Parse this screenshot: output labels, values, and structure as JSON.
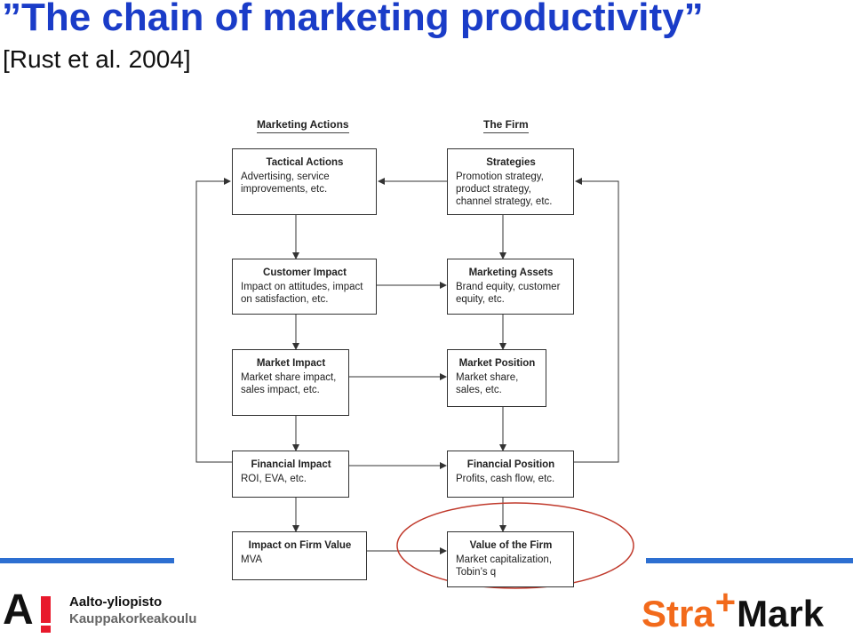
{
  "slide": {
    "title": "”The chain of marketing productivity”",
    "subtitle": "[Rust et al. 2004]"
  },
  "diagram": {
    "columns": {
      "left": "Marketing Actions",
      "right": "The Firm"
    },
    "boxes": {
      "tactical": {
        "title": "Tactical Actions",
        "body": "Advertising, service improvements, etc."
      },
      "strategies": {
        "title": "Strategies",
        "body": "Promotion strategy, product strategy, channel strategy, etc."
      },
      "customer": {
        "title": "Customer Impact",
        "body": "Impact on attitudes, impact on satisfaction, etc."
      },
      "assets": {
        "title": "Marketing Assets",
        "body": "Brand equity, customer equity, etc."
      },
      "market_impact": {
        "title": "Market Impact",
        "body": "Market share impact, sales impact, etc."
      },
      "market_position": {
        "title": "Market Position",
        "body": "Market share, sales, etc."
      },
      "fin_impact": {
        "title": "Financial Impact",
        "body": "ROI, EVA, etc."
      },
      "fin_position": {
        "title": "Financial Position",
        "body": "Profits, cash flow, etc."
      },
      "firm_value_impact": {
        "title": "Impact on Firm Value",
        "body": "MVA"
      },
      "firm_value": {
        "title": "Value of the Firm",
        "body": "Market capitalization, Tobin’s q"
      }
    },
    "highlight_color": "#c0392b"
  },
  "logos": {
    "aalto_mark": "A",
    "aalto_line1": "Aalto-yliopisto",
    "aalto_line2": "Kauppakorkeakoulu",
    "stramark_a": "Stra",
    "stramark_plus": "+",
    "stramark_b": "Mark"
  },
  "colors": {
    "title": "#1a3cc8",
    "bar": "#2d6fd1",
    "accent_orange": "#f26a1b",
    "aalto_red": "#e8192c"
  }
}
